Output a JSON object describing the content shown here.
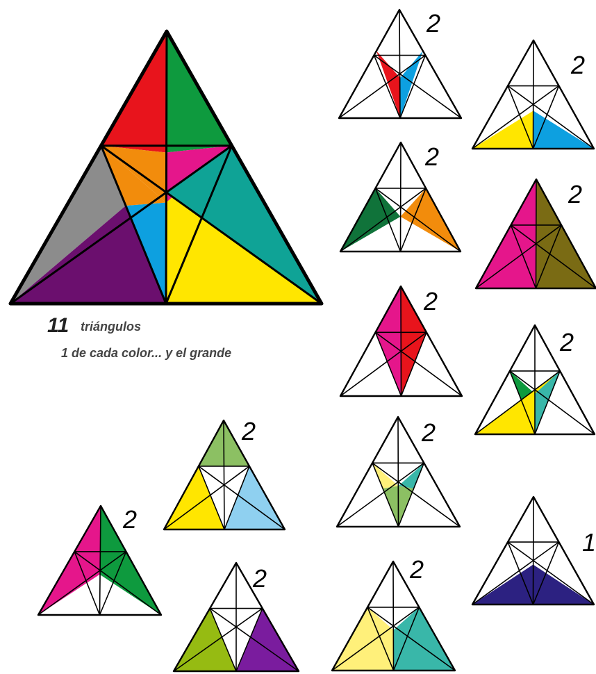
{
  "caption": {
    "count": "11",
    "word": "triángulos",
    "line2": "1 de cada color... y el grande"
  },
  "colors": {
    "red": "#e8141c",
    "green": "#0e9a3e",
    "gray": "#8c8c8c",
    "orange": "#f28c0c",
    "magenta": "#e5168b",
    "teal": "#0fa396",
    "blue": "#0da0e0",
    "purple": "#6b0f6e",
    "yellow": "#ffe600",
    "olive": "#7a6b14",
    "darkgreen": "#10733a",
    "lightgreen": "#8cc063",
    "lightblue": "#8fd0f0",
    "paleyellow": "#fff07a",
    "limegreen": "#96bb12",
    "violet": "#7a1c9e",
    "navy": "#2c2181",
    "sagegreen": "#a8d49a",
    "mediumteal": "#39b7a9"
  },
  "large_triangle": {
    "name": "main-triangle",
    "regions": [
      {
        "name": "red-region",
        "color": "red"
      },
      {
        "name": "green-region",
        "color": "green"
      },
      {
        "name": "gray-region",
        "color": "gray"
      },
      {
        "name": "orange-region",
        "color": "orange"
      },
      {
        "name": "magenta-region",
        "color": "magenta"
      },
      {
        "name": "teal-region",
        "color": "teal"
      },
      {
        "name": "blue-region",
        "color": "blue"
      },
      {
        "name": "inner-green-region",
        "color": "green"
      },
      {
        "name": "purple-region",
        "color": "purple"
      },
      {
        "name": "yellow-region",
        "color": "yellow"
      }
    ]
  },
  "small_triangles": [
    {
      "name": "mini-red-blue",
      "label": "2",
      "colors": [
        "red",
        "blue"
      ]
    },
    {
      "name": "mini-yellow-blue",
      "label": "2",
      "colors": [
        "yellow",
        "blue"
      ]
    },
    {
      "name": "mini-darkgreen-orange",
      "label": "2",
      "colors": [
        "darkgreen",
        "orange"
      ]
    },
    {
      "name": "mini-magenta-olive",
      "label": "2",
      "colors": [
        "magenta",
        "olive"
      ]
    },
    {
      "name": "mini-magenta-red",
      "label": "2",
      "colors": [
        "magenta",
        "red"
      ]
    },
    {
      "name": "mini-teal-yellow-green",
      "label": "2",
      "colors": [
        "mediumteal",
        "yellow",
        "green"
      ]
    },
    {
      "name": "mini-lightgreen-yellow-lightblue",
      "label": "2",
      "colors": [
        "lightgreen",
        "yellow",
        "lightblue"
      ]
    },
    {
      "name": "mini-paleyellow-teal-green",
      "label": "2",
      "colors": [
        "paleyellow",
        "mediumteal",
        "lightgreen"
      ]
    },
    {
      "name": "mini-navy",
      "label": "1",
      "colors": [
        "navy"
      ]
    },
    {
      "name": "mini-magenta-green",
      "label": "2",
      "colors": [
        "magenta",
        "green"
      ]
    },
    {
      "name": "mini-lime-violet",
      "label": "2",
      "colors": [
        "limegreen",
        "violet"
      ]
    },
    {
      "name": "mini-paleyellow-teal-sage",
      "label": "2",
      "colors": [
        "paleyellow",
        "mediumteal",
        "sagegreen"
      ]
    }
  ]
}
